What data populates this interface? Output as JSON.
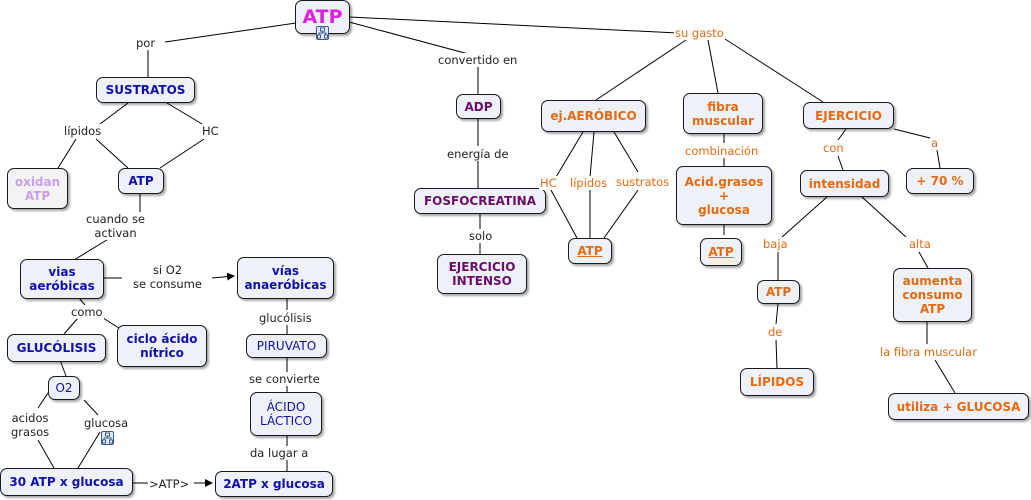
{
  "colors": {
    "blue_text": "#1010aa",
    "purple_text": "#6a0d6a",
    "orange_text": "#e56a10",
    "pink_text": "#e020e0",
    "lilac_text": "#c8a0e6",
    "node_fill": "#eef2f8"
  },
  "nodes": {
    "atp_root": "ATP",
    "sustratos": "SUSTRATOS",
    "oxidan_atp": "oxidan\nATP",
    "atp_left": "ATP",
    "vias_aerobicas": "vias\naeróbicas",
    "vias_anaerobicas": "vías\nanaeróbicas",
    "glucolisis": "GLUCÓLISIS",
    "ciclo_acido": "ciclo ácido\nnítrico",
    "o2": "O2",
    "piruvato": "PIRUVATO",
    "acido_lactico": "ÁCIDO\nLÁCTICO",
    "atp30": "30 ATP x glucosa",
    "atp2": "2ATP x glucosa",
    "adp": "ADP",
    "fosfocreatina": "FOSFOCREATINA",
    "ejercicio_intenso": "EJERCICIO\nINTENSO",
    "ej_aerobico": "ej.AERÓBICO",
    "atp_aerobico": "ATP",
    "fibra_muscular": "fibra\nmuscular",
    "acid_grasos": "Acid.grasos\n+\nglucosa",
    "atp_fibra": "ATP",
    "ejercicio": "EJERCICIO",
    "intensidad": "intensidad",
    "mas70": "+ 70 %",
    "atp_baja": "ATP",
    "lipidos_node": "LÍPIDOS",
    "aumenta_consumo": "aumenta\nconsumo\nATP",
    "utiliza_glucosa": "utiliza + GLUCOSA"
  },
  "link_labels": {
    "por": "por",
    "lipidos_left": "lípidos",
    "hc_left": "HC",
    "cuando_se_activan": "cuando se\nactivan",
    "si_o2": "si O2\nse consume",
    "como": "como",
    "glucolisis_link": "glucólisis",
    "se_convierte": "se convierte",
    "acidos_grasos": "acidos\ngrasos",
    "glucosa": "glucosa",
    "da_lugar_a": "da lugar a",
    "mas_atp": ">ATP>",
    "convertido_en": "convertido en",
    "energia_de": "energía de",
    "solo": "solo",
    "su_gasto": "su gasto",
    "hc_right": "HC",
    "lipidos_right": "lípidos",
    "sustratos_link": "sustratos",
    "combinacion": "combinación",
    "con": "con",
    "a": "a",
    "baja": "baja",
    "alta": "alta",
    "de": "de",
    "la_fibra_muscular": "la fibra muscular"
  },
  "icons": [
    "cmap-resource-icon",
    "cmap-resource-icon"
  ]
}
